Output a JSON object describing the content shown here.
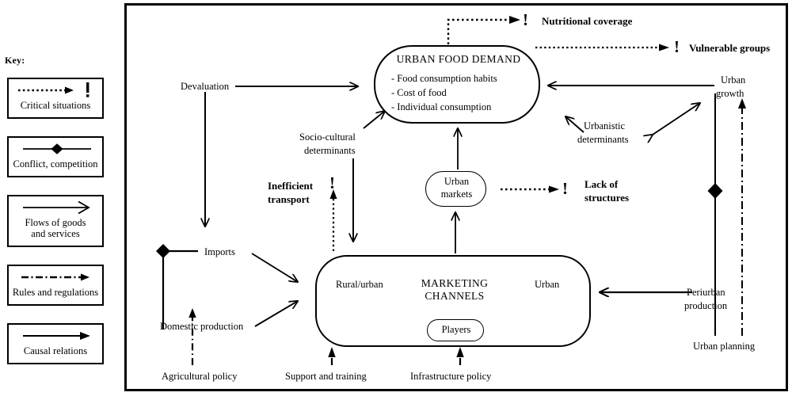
{
  "legend": {
    "title": "Key:",
    "items": [
      {
        "symbol": "dotted-arrow-with-exclamation",
        "label": "Critical situations"
      },
      {
        "symbol": "line-with-diamond",
        "label": "Conflict, competition"
      },
      {
        "symbol": "solid-arrow-open-head",
        "label": "Flows of goods\nand services"
      },
      {
        "symbol": "dash-dot-arrow",
        "label": "Rules and regulations"
      },
      {
        "symbol": "solid-arrow-filled-head",
        "label": "Causal relations"
      }
    ]
  },
  "diagram": {
    "urban_food_demand": {
      "title": "URBAN FOOD DEMAND",
      "bullets": [
        "- Food consumption habits",
        "- Cost of food",
        "- Individual consumption"
      ]
    },
    "marketing_channels": {
      "title_line1": "MARKETING",
      "title_line2": "CHANNELS",
      "left_label": "Rural/urban",
      "right_label": "Urban",
      "players": "Players"
    },
    "urban_markets": {
      "line1": "Urban",
      "line2": "markets"
    },
    "critical": {
      "nutritional_coverage": "Nutritional coverage",
      "vulnerable_groups": "Vulnerable groups",
      "lack_of_structures_line1": "Lack of",
      "lack_of_structures_line2": "structures",
      "inefficient_transport_line1": "Inefficient",
      "inefficient_transport_line2": "transport",
      "exclamation": "!"
    },
    "nodes": {
      "devaluation": "Devaluation",
      "socio_cultural_line1": "Socio-cultural",
      "socio_cultural_line2": "determinants",
      "urbanistic_line1": "Urbanistic",
      "urbanistic_line2": "determinants",
      "urban_growth_line1": "Urban",
      "urban_growth_line2": "growth",
      "periurban_line1": "Periurban",
      "periurban_line2": "production",
      "urban_planning": "Urban planning",
      "imports": "Imports",
      "domestic_production": "Domestic production",
      "agricultural_policy": "Agricultural policy",
      "support_and_training": "Support and training",
      "infrastructure_policy": "Infrastructure policy"
    }
  },
  "colors": {
    "ink": "#000000",
    "paper": "#ffffff"
  }
}
